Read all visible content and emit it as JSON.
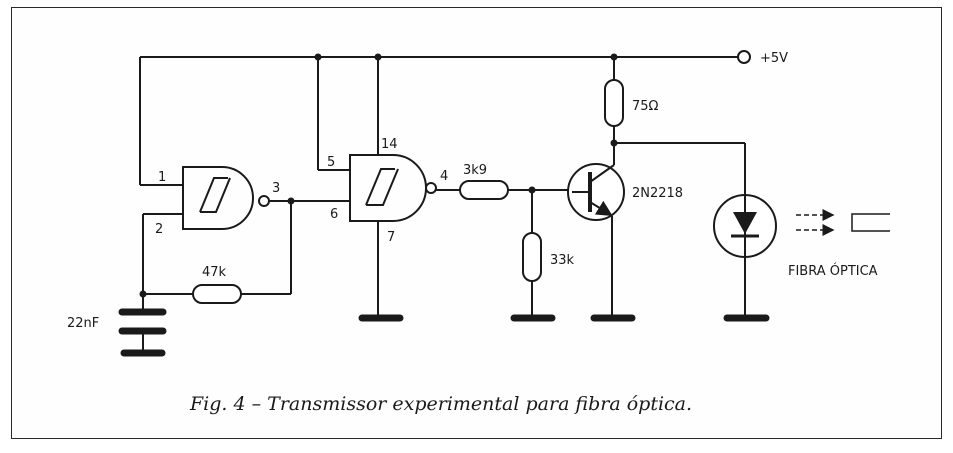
{
  "supply_label": "+5V",
  "pins": {
    "g1_in1": "1",
    "g1_in2": "2",
    "g1_out": "3",
    "g2_in5": "5",
    "g2_in6": "6",
    "g2_out": "4",
    "g2_vcc": "14",
    "g2_gnd": "7"
  },
  "components": {
    "r_feedback": "47k",
    "capacitor": "22nF",
    "r_base": "3k9",
    "r_bias": "33k",
    "r_collector": "75Ω",
    "transistor": "2N2218",
    "fiber": "FIBRA ÓPTICA"
  },
  "caption": "Fig. 4 – Transmissor experimental para fibra óptica."
}
